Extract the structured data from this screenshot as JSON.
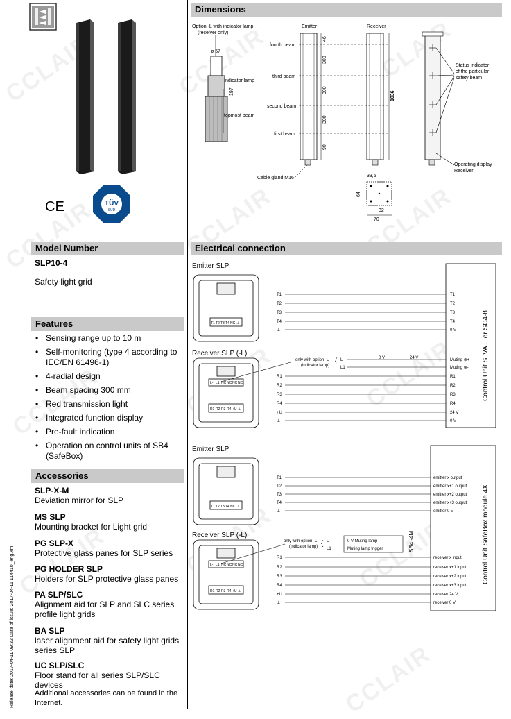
{
  "headers": {
    "dimensions": "Dimensions",
    "model_number": "Model Number",
    "features": "Features",
    "accessories": "Accessories",
    "electrical": "Electrical connection"
  },
  "model": {
    "number": "SLP10-4",
    "description": "Safety light grid"
  },
  "features": [
    "Sensing range up to 10 m",
    "Self-monitoring (type 4 according to IEC/EN 61496-1)",
    "4-radial design",
    "Beam spacing 300 mm",
    "Red transmission light",
    "Integrated function display",
    "Pre-fault indication",
    "Operation on control units of SB4 (SafeBox)"
  ],
  "accessories": [
    {
      "name": "SLP-X-M",
      "desc": "Deviation mirror for SLP"
    },
    {
      "name": "MS SLP",
      "desc": "Mounting bracket for Light grid"
    },
    {
      "name": "PG SLP-X",
      "desc": "Protective glass panes for SLP series"
    },
    {
      "name": "PG HOLDER SLP",
      "desc": "Holders for SLP protective glass panes"
    },
    {
      "name": "PA SLP/SLC",
      "desc": "Alignment aid for SLP and SLC series profile light grids"
    },
    {
      "name": "BA SLP",
      "desc": "laser alignment aid for safety light grids series SLP"
    },
    {
      "name": "UC SLP/SLC",
      "desc": "Floor stand for all series SLP/SLC devices"
    }
  ],
  "accessories_note": "Additional accessories can be found in the Internet.",
  "side_text": "Release date: 2017-04-11 09:32    Date of issue: 2017-04-11    114410_eng.xml",
  "marks": {
    "ce": "CE",
    "tuv": "TÜV",
    "tuv_sub": "SÜD"
  },
  "watermark": "CCLAIR",
  "dimensions": {
    "option_label": "Option -L with indicator lamp",
    "option_label2": "(receiver only)",
    "emitter": "Emitter",
    "receiver": "Receiver",
    "d57": "ø 57",
    "indicator_lamp": "Indicator lamp",
    "topmost_beam": "topmost beam",
    "d197": "197",
    "beams": [
      "fourth beam",
      "third beam",
      "second beam",
      "first beam"
    ],
    "d46": "46",
    "d300": "300",
    "d90": "90",
    "d1036": "1036",
    "status1": "Status indicator",
    "status2": "of the particular",
    "status3": "safety beam",
    "op1": "Operating display",
    "op2": "Receiver",
    "cable": "Cable gland M16",
    "d335": "33,5",
    "d64": "64",
    "d32": "32",
    "d70": "70"
  },
  "electrical": {
    "emitter_slp": "Emitter SLP",
    "receiver_slp": "Receiver SLP (-L)",
    "only_option": "only with option -L",
    "indicator": "(indicator lamp)",
    "emitter_pins": [
      "T1",
      "T2",
      "T3",
      "T4",
      "⊥"
    ],
    "receiver_pins": [
      "R1",
      "R2",
      "R3",
      "R4",
      "+U",
      "⊥"
    ],
    "lamp_pins": [
      "L-",
      "L1"
    ],
    "cu1_right_emitter": [
      "T1",
      "T2",
      "T3",
      "T4",
      "0 V"
    ],
    "cu1_right_receiver": [
      "R1",
      "R2",
      "R3",
      "R4",
      "24 V",
      "0 V"
    ],
    "cu1_muting": [
      "Muting ⊗+",
      "Muting ⊗-"
    ],
    "cu1_0v": "0 V",
    "cu1_24v": "24 V",
    "cu1_label": "Control Unit SLVA... or SC4-8...",
    "cu2_right_emitter": [
      "emitter x output",
      "emitter x+1 output",
      "emitter x+2 output",
      "emitter x+3 output",
      "emitter 0 V"
    ],
    "cu2_right_receiver": [
      "receiver x input",
      "receiver x+1 input",
      "receiver x+2 input",
      "receiver x+3 input",
      "receiver 24 V",
      "receiver 0 V"
    ],
    "cu2_muting": [
      "0 V Muting lamp",
      "Muting lamp trigger"
    ],
    "cu2_sb4": "SB4 -4M",
    "cu2_label": "Control Unit SafeBox module 4X",
    "terminal_top": [
      "T1",
      "T2",
      "T3",
      "T4",
      "NC",
      "⊥"
    ],
    "terminal_rec_top": [
      "L-",
      "L1",
      "NC",
      "NC",
      "NC",
      "NC"
    ],
    "terminal_rec_bot": [
      "R1",
      "R2",
      "R3",
      "R4",
      "+U",
      "⊥"
    ]
  }
}
